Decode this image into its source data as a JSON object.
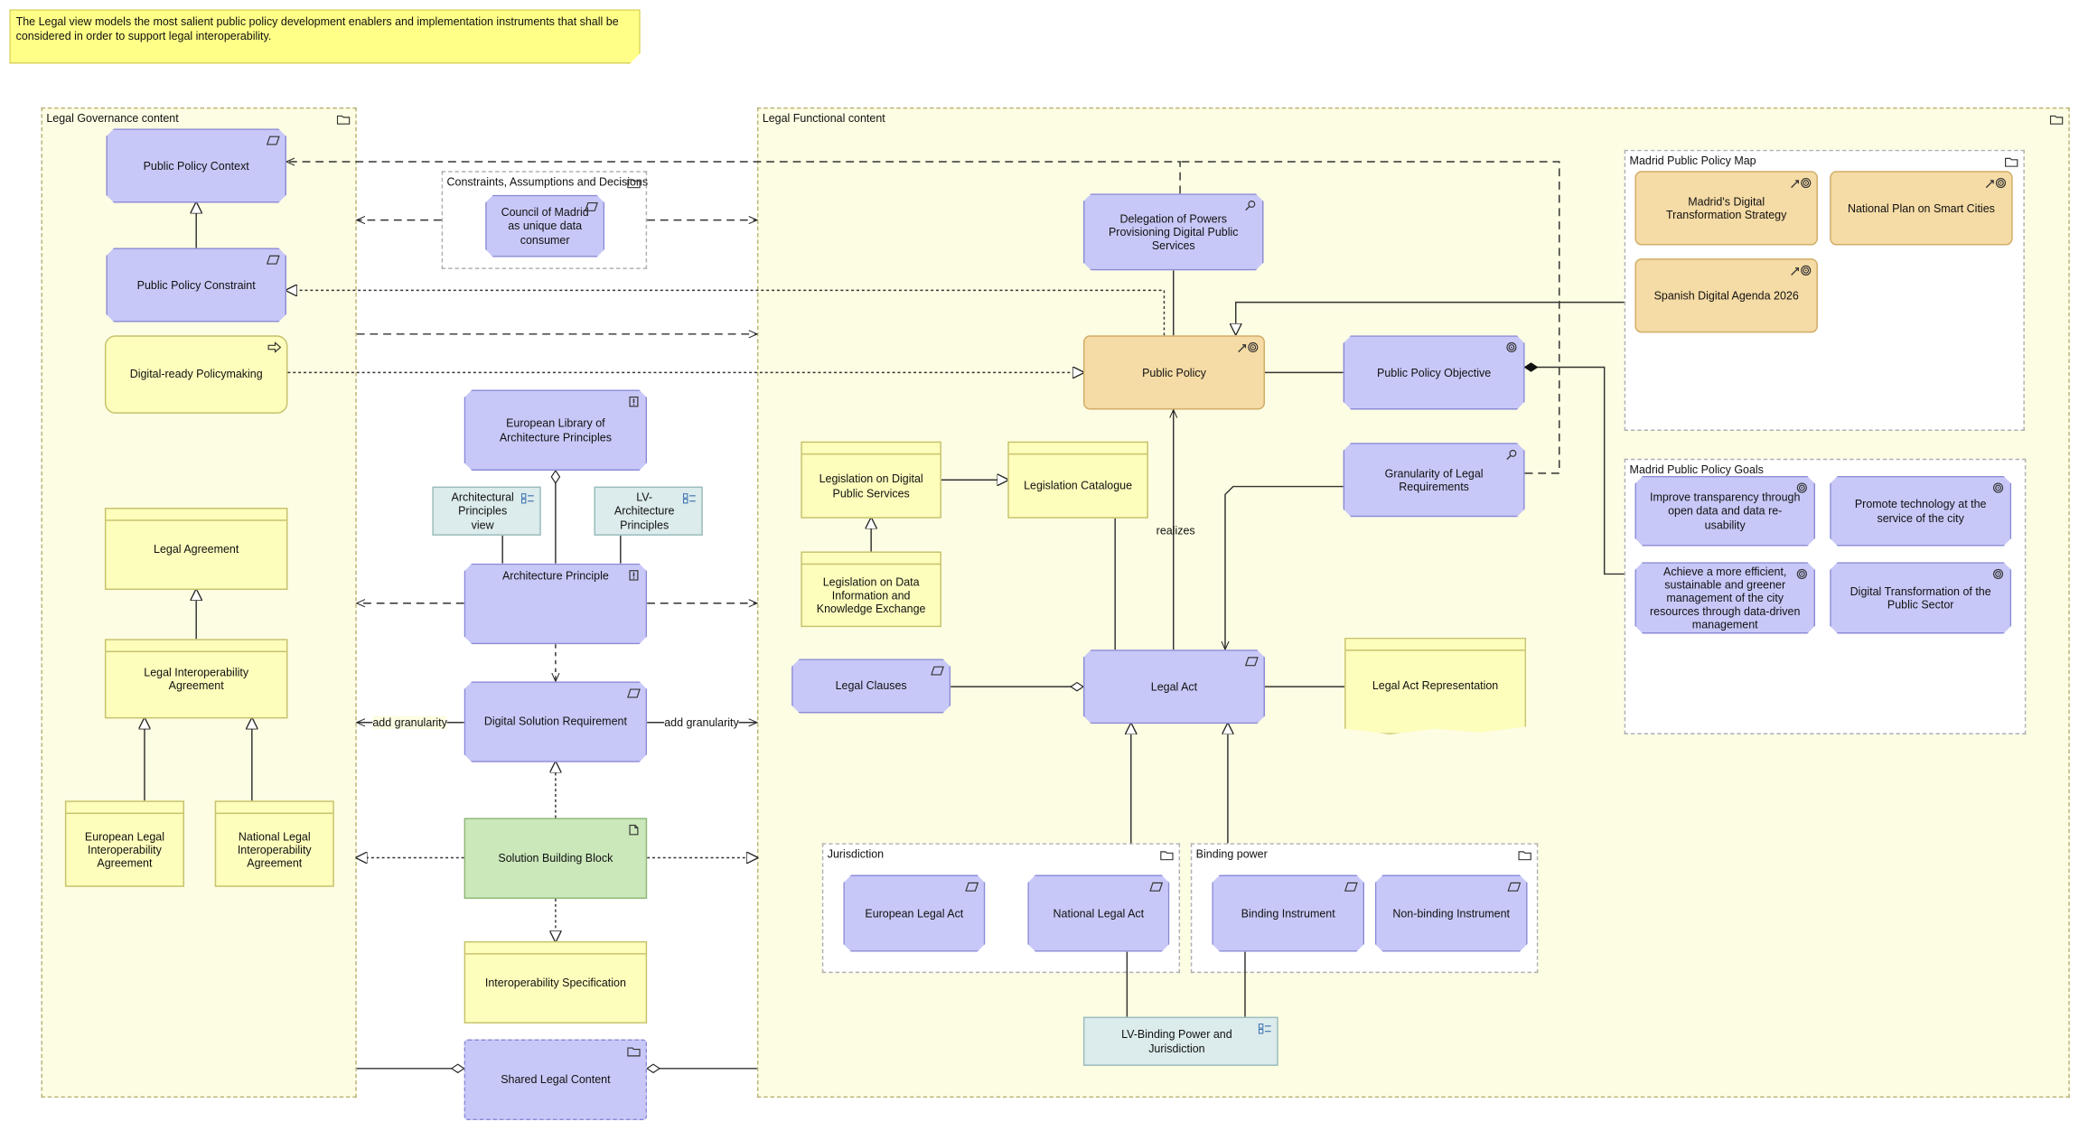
{
  "note": "The Legal view models the most salient public policy development enablers and implementation instruments that shall be considered in order to support legal interoperability.",
  "groups": {
    "governance": "Legal Governance content",
    "functional": "Legal Functional content",
    "constraints": "Constraints, Assumptions and Decisions",
    "policy_map": "Madrid Public Policy Map",
    "policy_goals": "Madrid Public Policy Goals",
    "jurisdiction": "Jurisdiction",
    "binding_power": "Binding power"
  },
  "elements": {
    "public_policy_context": "Public Policy Context",
    "public_policy_constraint": "Public Policy Constraint",
    "digital_ready_policymaking": "Digital-ready Policymaking",
    "legal_agreement": "Legal Agreement",
    "legal_interop_agreement": "Legal Interoperability Agreement",
    "european_legal_interop_agreement": "European Legal Interoperability Agreement",
    "national_legal_interop_agreement": "National Legal Interoperability Agreement",
    "council_of_madrid": "Council of Madrid as unique data consumer",
    "elap": "European Library of Architecture Principles",
    "arch_principles_view": "Architectural Principles view",
    "lv_arch_principles": "LV-Architecture Principles",
    "architecture_principle": "Architecture Principle",
    "digital_solution_requirement": "Digital Solution Requirement",
    "solution_building_block": "Solution Building Block",
    "interoperability_specification": "Interoperability Specification",
    "shared_legal_content": "Shared Legal Content",
    "delegation_of_powers": "Delegation of Powers Provisioning Digital Public Services",
    "public_policy": "Public Policy",
    "public_policy_objective": "Public Policy Objective",
    "legislation_digital_public_services": "Legislation on Digital Public Services",
    "legislation_catalogue": "Legislation Catalogue",
    "legislation_data_exchange": "Legislation on Data Information and Knowledge Exchange",
    "granularity_legal_requirements": "Granularity of Legal Requirements",
    "legal_clauses": "Legal Clauses",
    "legal_act": "Legal Act",
    "legal_act_representation": "Legal Act Representation",
    "european_legal_act": "European Legal Act",
    "national_legal_act": "National Legal Act",
    "binding_instrument": "Binding Instrument",
    "non_binding_instrument": "Non-binding Instrument",
    "lv_binding_power": "LV-Binding Power and Jurisdiction",
    "madrid_digital_transformation": "Madrid's Digital Transformation Strategy",
    "national_plan_smart_cities": "National Plan on Smart Cities",
    "spanish_digital_agenda": "Spanish Digital Agenda 2026",
    "goal_transparency": "Improve transparency through open data and data re-usability",
    "goal_technology": "Promote technology at the service of the city",
    "goal_efficient": "Achieve a more efficient, sustainable and greener management of the city resources through data-driven management",
    "goal_digital_transformation": "Digital Transformation of the Public Sector"
  },
  "relation_labels": {
    "realizes": "realizes",
    "add_granularity": "add granularity"
  },
  "colors": {
    "service_fill": "#c8c8f8",
    "policy_fill": "#f5dba5",
    "yellow_fill": "#fdfdbc",
    "green_fill": "#cbe8bb",
    "teal_fill": "#dcebeb",
    "note_fill": "#ffff88",
    "group_fill": "#fdfde3"
  }
}
